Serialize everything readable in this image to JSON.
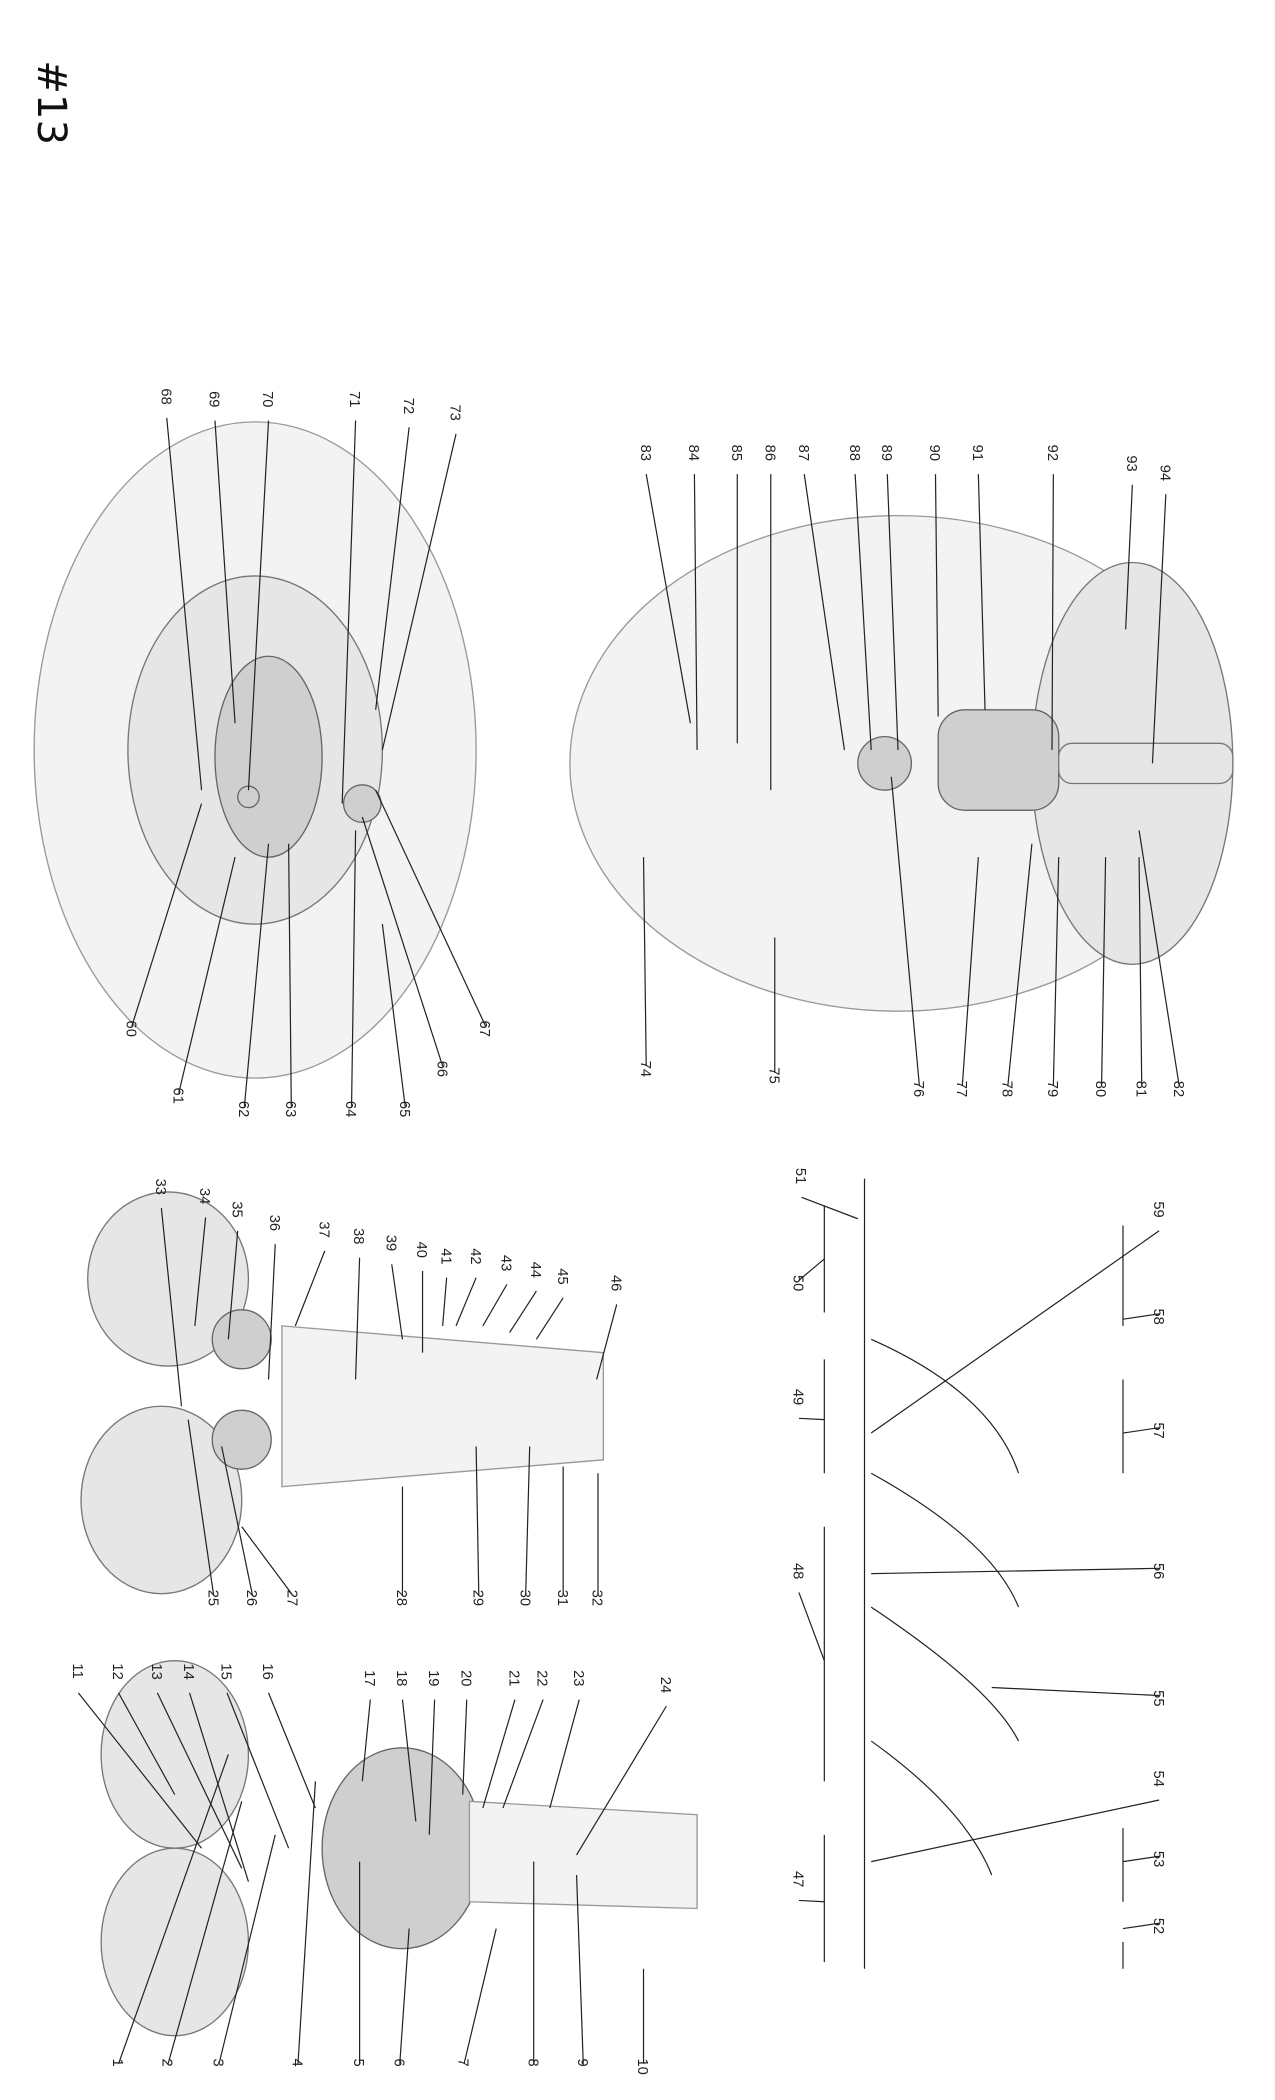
{
  "page_mark": "#13",
  "panels": {
    "brain_dissection": {
      "labels": [
        "60",
        "61",
        "62",
        "63",
        "64",
        "65",
        "66",
        "67",
        "68",
        "69",
        "70",
        "71",
        "72",
        "73"
      ]
    },
    "brain_inferior": {
      "labels": [
        "74",
        "75",
        "76",
        "77",
        "78",
        "79",
        "80",
        "81",
        "82",
        "83",
        "84",
        "85",
        "86",
        "87",
        "88",
        "89",
        "90",
        "91",
        "92",
        "93",
        "94"
      ]
    },
    "brainstem_ventral": {
      "labels": [
        "1",
        "2",
        "3",
        "4",
        "5",
        "6",
        "7",
        "8",
        "9",
        "10",
        "11",
        "12",
        "13",
        "14",
        "15",
        "16",
        "17",
        "18",
        "19",
        "20",
        "21",
        "22",
        "23",
        "24"
      ]
    },
    "brainstem_dorsal": {
      "labels": [
        "25",
        "26",
        "27",
        "28",
        "29",
        "30",
        "31",
        "32",
        "33",
        "34",
        "35",
        "36",
        "37",
        "38",
        "39",
        "40",
        "41",
        "42",
        "43",
        "44",
        "45",
        "46"
      ]
    },
    "spinal_cord": {
      "labels": [
        "47",
        "48",
        "49",
        "50",
        "51",
        "52",
        "53",
        "54",
        "55",
        "56",
        "57",
        "58",
        "59"
      ]
    }
  }
}
